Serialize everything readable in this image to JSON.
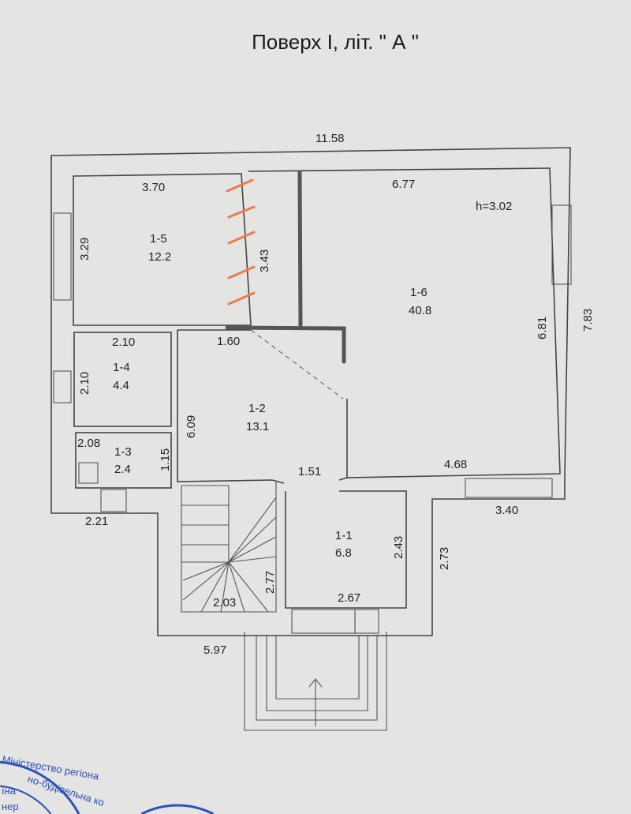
{
  "title": "Поверх І, літ. \" А \"",
  "dimensions": {
    "overall_width": "11.58",
    "room_1_5_width": "3.70",
    "room_1_5_height": "3.29",
    "corridor_height": "3.43",
    "room_1_6_width": "6.77",
    "ceiling_height": "h=3.02",
    "room_1_6_height": "6.81",
    "outer_right": "7.83",
    "room_1_4_width": "2.10",
    "room_1_4_height": "2.10",
    "door_1_60": "1.60",
    "hall_height": "6.09",
    "room_1_3_width": "2.08",
    "room_1_3_height": "1.15",
    "opening_1_51": "1.51",
    "right_4_68": "4.68",
    "right_3_40": "3.40",
    "left_2_21": "2.21",
    "room_1_1_height": "2.43",
    "outer_2_73": "2.73",
    "stair_2_77": "2.77",
    "stair_2_03": "2.03",
    "room_1_1_width": "2.67",
    "bottom_5_97": "5.97"
  },
  "rooms": [
    {
      "id": "1-5",
      "area": "12.2"
    },
    {
      "id": "1-6",
      "area": "40.8"
    },
    {
      "id": "1-4",
      "area": "4.4"
    },
    {
      "id": "1-2",
      "area": "13.1"
    },
    {
      "id": "1-3",
      "area": "2.4"
    },
    {
      "id": "1-1",
      "area": "6.8"
    }
  ],
  "stamp": {
    "line1": "Міністерство регіона",
    "line2": "но-будівельна ко",
    "line3": "їна",
    "line4": "нер"
  },
  "colors": {
    "paper": "#e4e4e2",
    "wall": "#444444",
    "marker_orange": "#f07a4a",
    "marker_dark": "#555555",
    "stamp_blue": "#2d4fc0"
  }
}
